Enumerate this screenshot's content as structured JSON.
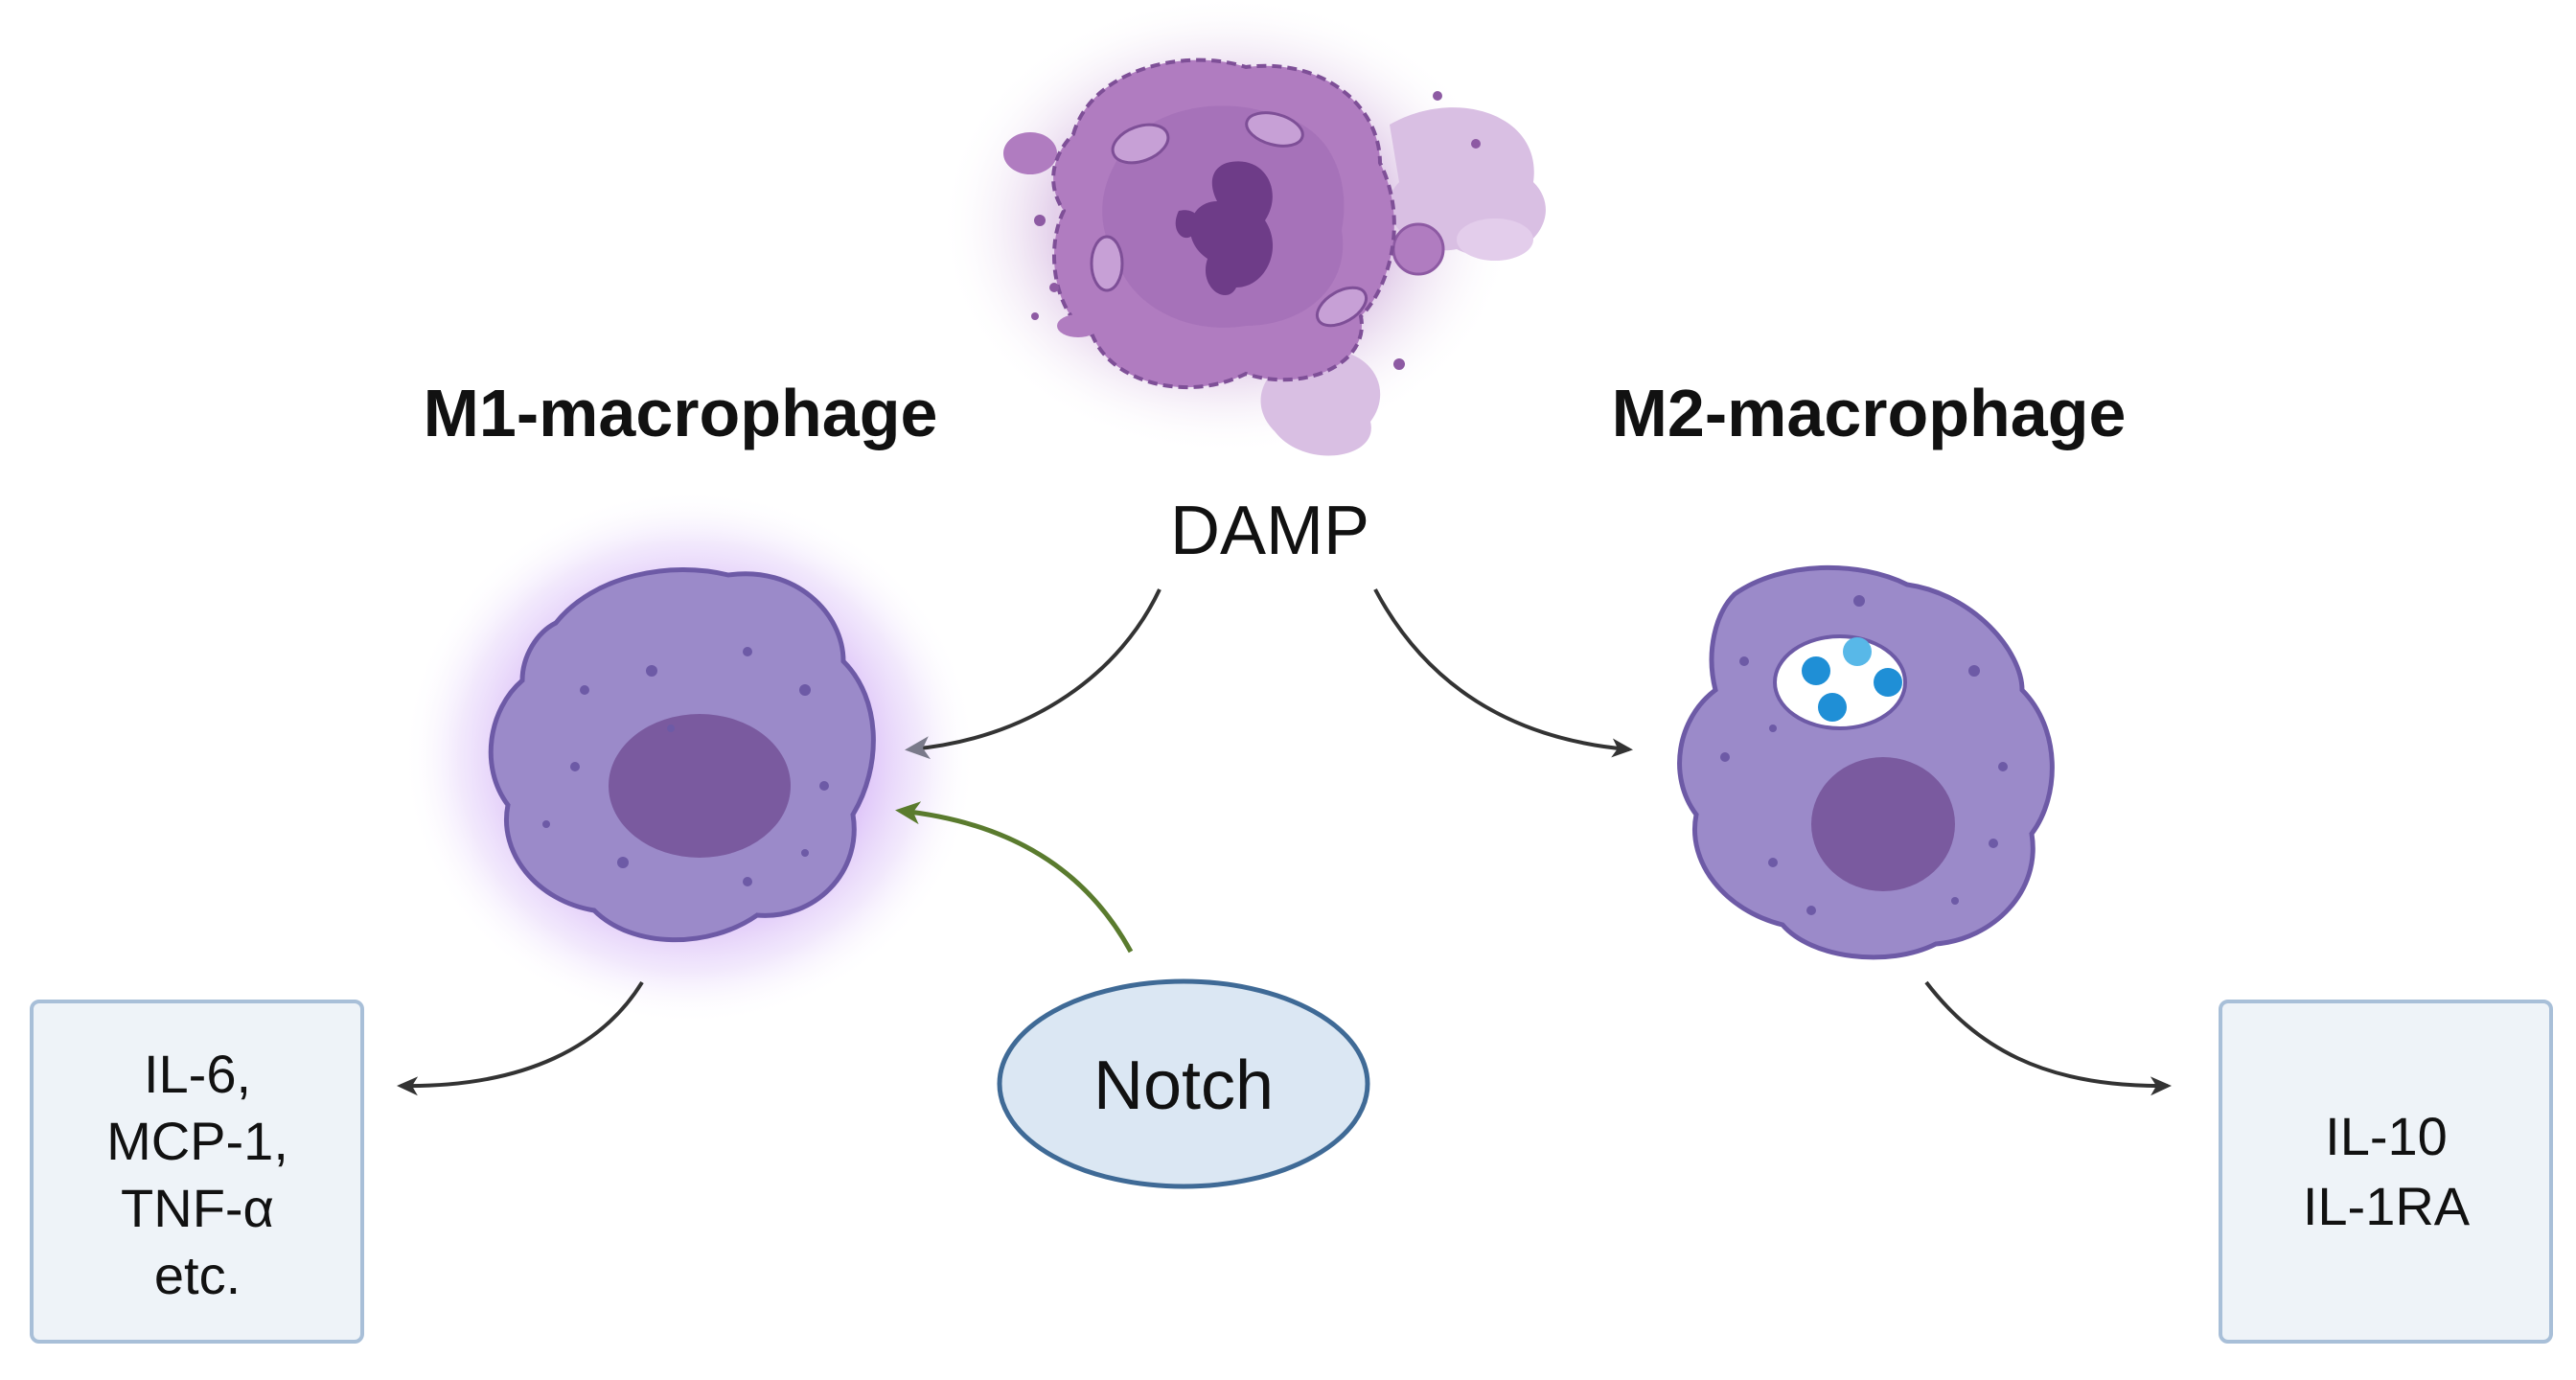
{
  "titles": {
    "m1": "M1-macrophage",
    "m2": "M2-macrophage"
  },
  "damp": {
    "label": "DAMP"
  },
  "notch": {
    "label": "Notch"
  },
  "m1_outputs": {
    "lines": [
      "IL-6,",
      "MCP-1,",
      "TNF-α",
      "etc."
    ]
  },
  "m2_outputs": {
    "lines": [
      "IL-10",
      "IL-1RA"
    ]
  },
  "icons": {
    "damaged_cell": "necrotic-cell-icon",
    "m1_cell": "m1-macrophage-cell-icon",
    "m2_cell": "m2-macrophage-cell-icon"
  },
  "colors": {
    "cell_fill": "#9b8ac9",
    "cell_stroke": "#6d5aa6",
    "nucleus": "#7a5a9f",
    "m1_glow": "#b77cf1",
    "damp_cell": "#b07cc0",
    "notch_fill": "#dbe7f3",
    "notch_stroke": "#3f6a96",
    "box_fill": "#eef3f8",
    "box_stroke": "#a8bfd8",
    "arrow_dark": "#333333",
    "arrow_green": "#5a7b2e"
  }
}
